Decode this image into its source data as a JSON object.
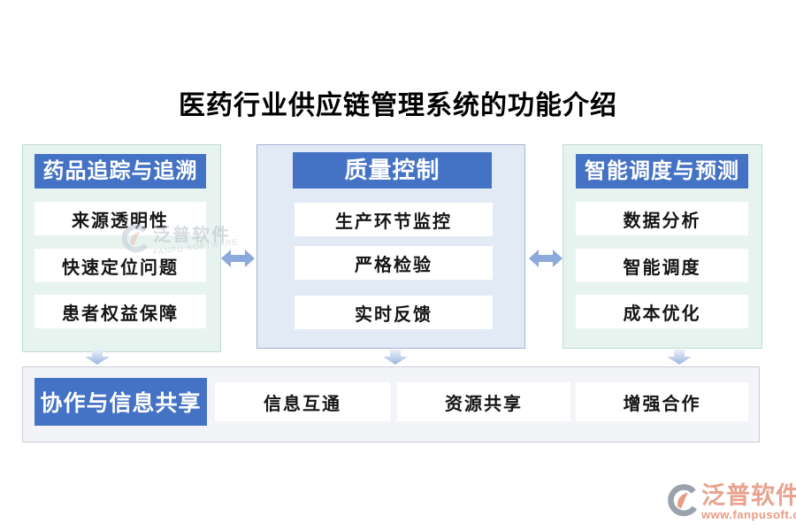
{
  "title": "医药行业供应链管理系统的功能介绍",
  "columns": [
    {
      "header": "药品追踪与追溯",
      "items": [
        "来源透明性",
        "快速定位问题",
        "患者权益保障"
      ]
    },
    {
      "header": "质量控制",
      "items": [
        "生产环节监控",
        "严格检验",
        "实时反馈"
      ]
    },
    {
      "header": "智能调度与预测",
      "items": [
        "数据分析",
        "智能调度",
        "成本优化"
      ]
    }
  ],
  "bottom_row": {
    "header": "协作与信息共享",
    "items": [
      "信息互通",
      "资源共享",
      "增强合作"
    ]
  },
  "watermark": {
    "brand": "泛普软件",
    "brand_sub": "FANPU SOFTWARE"
  },
  "footer_logo": {
    "brand": "泛普软件",
    "website": "www.fanpusoft.com"
  },
  "icons": {
    "double_arrow": "left-right double arrow between panels",
    "down_arrow": "downward flow arrow to bottom panel",
    "brand_swirl": "circular swirl brand mark"
  },
  "colors": {
    "header_blue": "#4472c4",
    "panel_green_bg": "#e7f3ee",
    "panel_green_border": "#bedccf",
    "panel_blue_bg": "#e2eaf6",
    "panel_blue_border": "#a5b2d4",
    "bottom_bg": "#f2f4f8",
    "bottom_border": "#c9cdd6",
    "arrow_blue": "#8ca9dc",
    "logo_salmon": "#e9a28e"
  }
}
